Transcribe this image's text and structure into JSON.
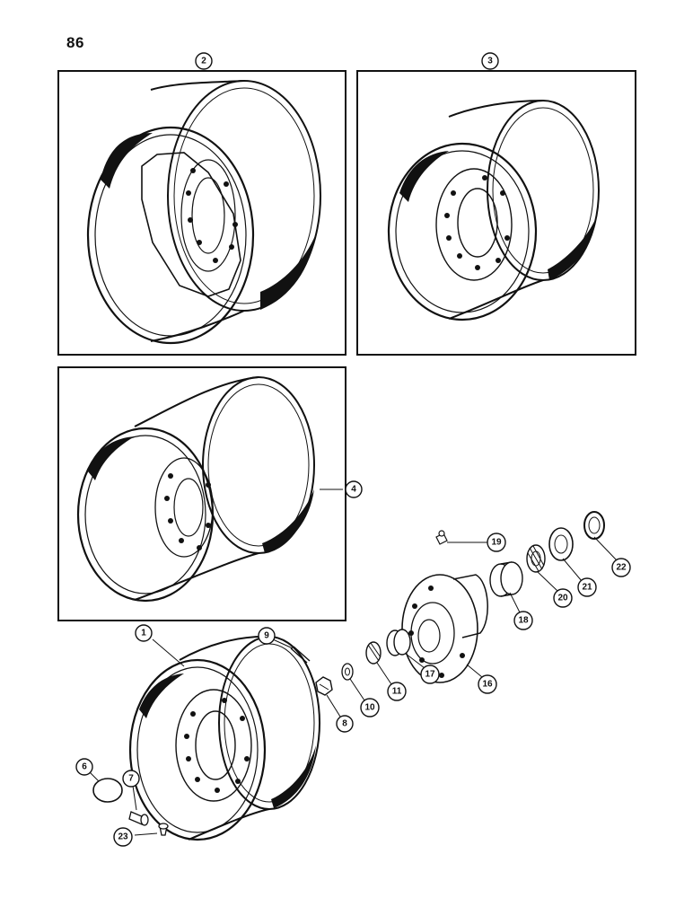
{
  "page": {
    "number": "86"
  },
  "callouts": [
    {
      "id": "c2",
      "label": "2"
    },
    {
      "id": "c3",
      "label": "3"
    },
    {
      "id": "c4",
      "label": "4"
    },
    {
      "id": "c1",
      "label": "1"
    },
    {
      "id": "c9",
      "label": "9"
    },
    {
      "id": "c19",
      "label": "19"
    },
    {
      "id": "c22",
      "label": "22"
    },
    {
      "id": "c21",
      "label": "21"
    },
    {
      "id": "c20",
      "label": "20"
    },
    {
      "id": "c18",
      "label": "18"
    },
    {
      "id": "c16",
      "label": "16"
    },
    {
      "id": "c17",
      "label": "17"
    },
    {
      "id": "c11",
      "label": "11"
    },
    {
      "id": "c10",
      "label": "10"
    },
    {
      "id": "c8",
      "label": "8"
    },
    {
      "id": "c6",
      "label": "6"
    },
    {
      "id": "c7",
      "label": "7"
    },
    {
      "id": "c23",
      "label": "23"
    }
  ],
  "colors": {
    "ink": "#111111",
    "paper": "#ffffff"
  }
}
